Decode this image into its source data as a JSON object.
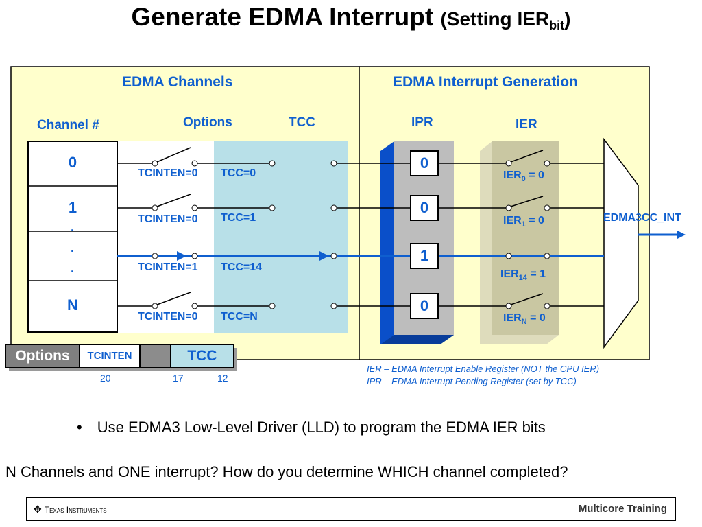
{
  "title": {
    "main": "Generate EDMA Interrupt",
    "paren_open": "(",
    "paren_text": "Setting IER",
    "paren_sub": "bit",
    "paren_close": ")"
  },
  "left_panel": {
    "title": "EDMA Channels",
    "col_channel": "Channel #",
    "col_options": "Options",
    "col_tcc": "TCC",
    "channels": [
      "0",
      "1",
      "·",
      "·",
      "·",
      "N"
    ],
    "rows": [
      {
        "tcinten": "TCINTEN=0",
        "tcc": "TCC=0"
      },
      {
        "tcinten": "TCINTEN=0",
        "tcc": "TCC=1"
      },
      {
        "tcinten": "TCINTEN=1",
        "tcc": "TCC=14"
      },
      {
        "tcinten": "TCINTEN=0",
        "tcc": "TCC=N"
      }
    ]
  },
  "right_panel": {
    "title": "EDMA Interrupt Generation",
    "col_ipr": "IPR",
    "col_ier": "IER",
    "ipr_values": [
      "0",
      "0",
      "1",
      "0"
    ],
    "ier_labels": [
      {
        "base": "IER",
        "sub": "0",
        "rest": " = 0"
      },
      {
        "base": "IER",
        "sub": "1",
        "rest": " = 0"
      },
      {
        "base": "IER",
        "sub": "14",
        "rest": " = 1"
      },
      {
        "base": "IER",
        "sub": "N",
        "rest": " = 0"
      }
    ],
    "output_label": "EDMA3CC_INT"
  },
  "options_register": {
    "label": "Options",
    "field_tcinten": "TCINTEN",
    "field_tcc": "TCC",
    "bit_20": "20",
    "bit_17": "17",
    "bit_12": "12"
  },
  "notes": [
    "IER – EDMA Interrupt Enable Register (NOT the CPU IER)",
    "IPR – EDMA Interrupt Pending Register (set by TCC)"
  ],
  "bullet": {
    "symbol": "•",
    "text": "Use EDMA3 Low-Level Driver (LLD) to program the EDMA IER bits"
  },
  "question": "N Channels and ONE interrupt? How do you determine WHICH channel completed?",
  "footer": {
    "ti_logo_text": "Texas Instruments",
    "right_text": "Multicore Training"
  },
  "colors": {
    "panel_bg": "#ffffcc",
    "accent_blue": "#0f5fcf",
    "tcc_band": "#b8e0e8",
    "ipr_grey": "#bdbdbd",
    "ier_olive": "#c9c7a2"
  }
}
